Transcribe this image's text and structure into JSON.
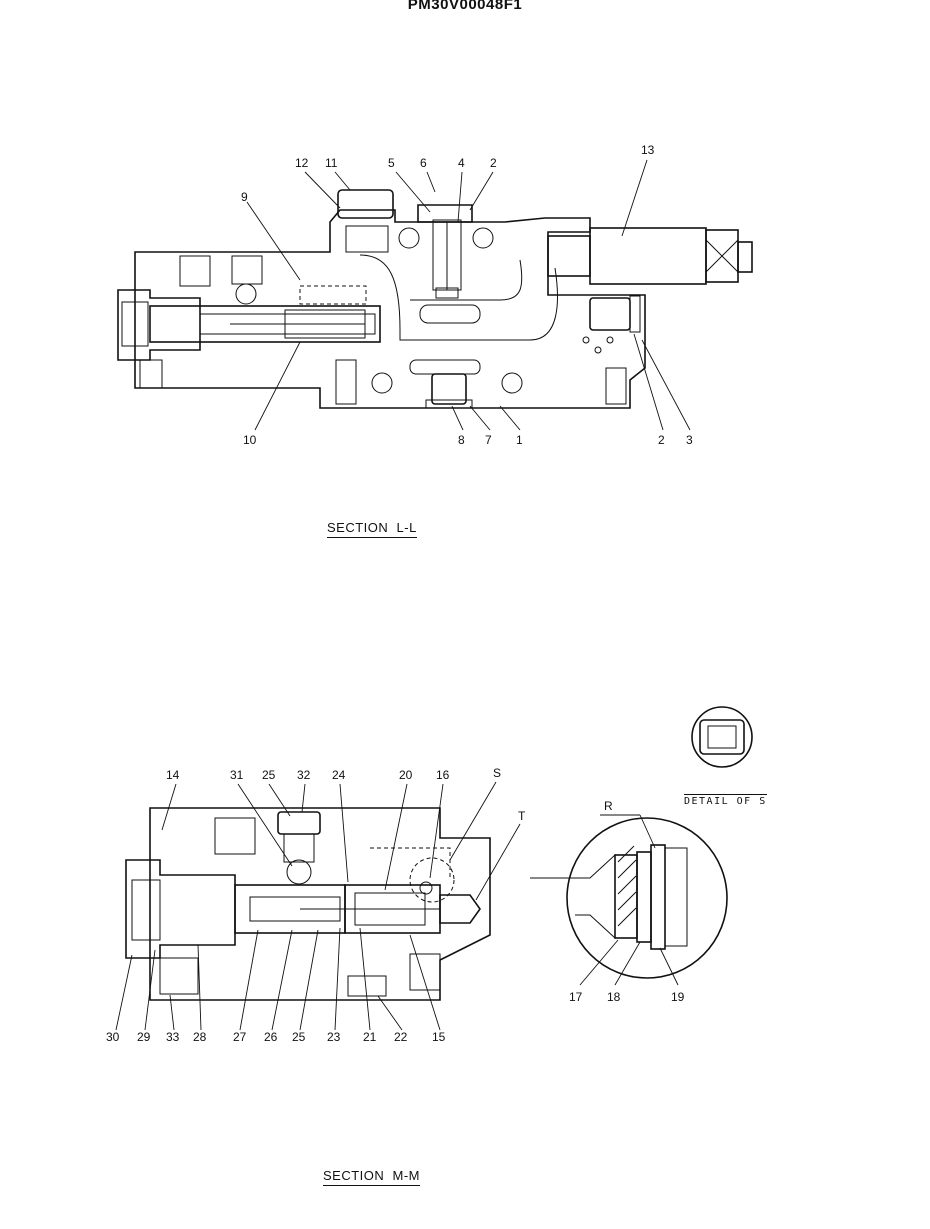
{
  "document": {
    "code": "PM30V00048F1"
  },
  "section_ll": {
    "caption": "SECTION  L-L",
    "labels": [
      "12",
      "11",
      "5",
      "6",
      "4",
      "2",
      "13",
      "9",
      "10",
      "8",
      "7",
      "1",
      "2",
      "3"
    ]
  },
  "section_mm": {
    "caption": "SECTION  M-M",
    "labels": [
      "14",
      "31",
      "25",
      "32",
      "24",
      "20",
      "16",
      "S",
      "T",
      "30",
      "29",
      "33",
      "28",
      "27",
      "26",
      "25",
      "23",
      "21",
      "22",
      "15"
    ]
  },
  "detail_s": {
    "title": "DETAIL OF S",
    "labels": [
      "R",
      "17",
      "18",
      "19"
    ]
  }
}
